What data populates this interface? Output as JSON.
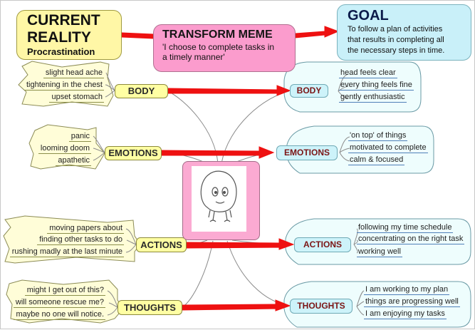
{
  "current": {
    "title": "CURRENT\nREALITY",
    "title_l1": "CURRENT",
    "title_l2": "REALITY",
    "subtitle": "Procrastination"
  },
  "transform": {
    "title": "TRANSFORM MEME",
    "text": "'I choose to complete tasks in\na timely manner'"
  },
  "goal": {
    "title": "GOAL",
    "text": "To follow a plan of activities\nthat results in completing all\nthe necessary steps in time."
  },
  "left": {
    "body": {
      "label": "BODY",
      "items": [
        "slight head ache",
        "tightening in the chest",
        "upset stomach"
      ]
    },
    "emotions": {
      "label": "EMOTIONS",
      "items": [
        "panic",
        "looming doom",
        "apathetic"
      ]
    },
    "actions": {
      "label": "ACTIONS",
      "items": [
        "moving papers about",
        "finding other tasks to do",
        "rushing madly at the last minute"
      ]
    },
    "thoughts": {
      "label": "THOUGHTS",
      "items": [
        "might I get out of this?",
        "will someone rescue me?",
        "maybe no one will notice."
      ]
    }
  },
  "right": {
    "body": {
      "label": "BODY",
      "items": [
        "head feels clear",
        "every thing feels fine",
        "gently enthusiastic"
      ]
    },
    "emotions": {
      "label": "EMOTIONS",
      "items": [
        "'on top' of things",
        "motivated to complete",
        "calm & focused"
      ]
    },
    "actions": {
      "label": "ACTIONS",
      "items": [
        "following my time schedule",
        "concentrating on the right task",
        "working well"
      ]
    },
    "thoughts": {
      "label": "THOUGHTS",
      "items": [
        "I am working to my plan",
        "things are progressing well",
        "I am enjoying my tasks"
      ]
    }
  },
  "colors": {
    "arrow": "#ee1111",
    "yellow": "#ffffa3",
    "cyan": "#cdf3fa",
    "pink": "#fbaad2"
  },
  "icons": [
    "cartoon-face-icon"
  ]
}
